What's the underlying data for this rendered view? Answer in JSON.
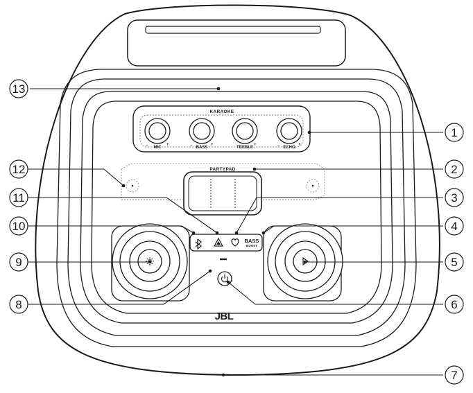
{
  "device": {
    "karaoke_label": "KARAOKE",
    "partypad_label": "PARTYPAD",
    "knobs": [
      {
        "name": "MIC",
        "minus": "–",
        "plus": "+"
      },
      {
        "name": "BASS",
        "minus": "–",
        "plus": "+"
      },
      {
        "name": "TREBLE",
        "minus": "–",
        "plus": "+"
      },
      {
        "name": "ECHO",
        "minus": "–",
        "plus": "+"
      }
    ],
    "bass_boost": {
      "line1": "BASS",
      "line2": "BOOST"
    },
    "logo": "JBL",
    "icons": {
      "bluetooth": "bluetooth-icon",
      "light_show": "light-show-icon",
      "favorite": "heart-icon",
      "play": "play-icon",
      "light": "light-icon",
      "power": "power-icon"
    }
  },
  "callouts": [
    {
      "n": "1"
    },
    {
      "n": "2"
    },
    {
      "n": "3"
    },
    {
      "n": "4"
    },
    {
      "n": "5"
    },
    {
      "n": "6"
    },
    {
      "n": "7"
    },
    {
      "n": "8"
    },
    {
      "n": "9"
    },
    {
      "n": "10"
    },
    {
      "n": "11"
    },
    {
      "n": "12"
    },
    {
      "n": "13"
    }
  ]
}
